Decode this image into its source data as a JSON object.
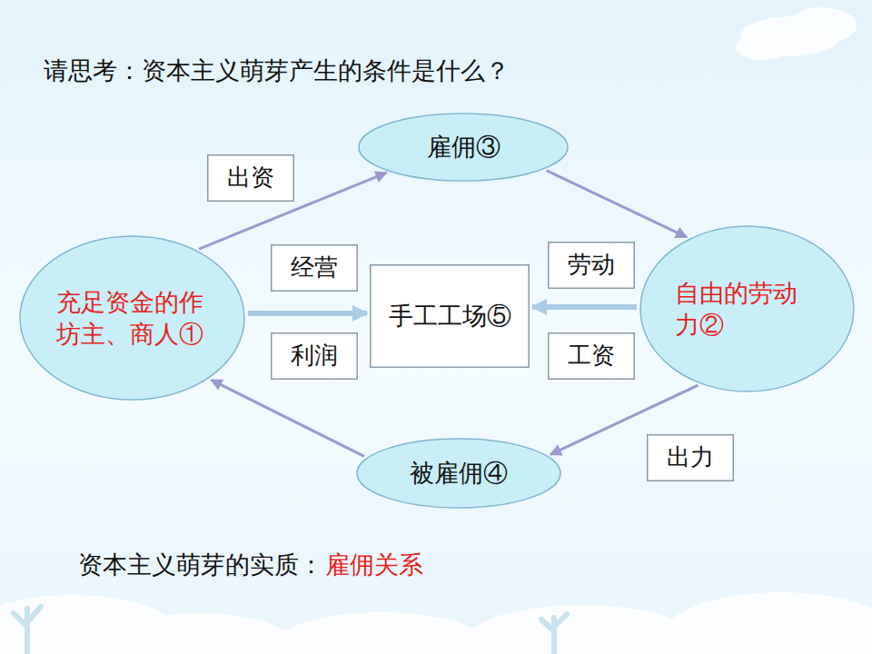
{
  "diagram": {
    "title": "请思考：资本主义萌芽产生的条件是什么？",
    "caption": "资本主义萌芽的实质：",
    "nodes": [
      {
        "text": [
          "充足资金的作坊主、商人①"
        ]
      },
      {
        "text": [
          "雇佣③"
        ]
      },
      {
        "text": [
          "自由的劳动力②"
        ]
      },
      {
        "text": [
          "被雇佣④"
        ]
      },
      {
        "text": [
          "手工工场⑤"
        ]
      },
      {
        "text": [
          "出资"
        ]
      },
      {
        "text": [
          "经营"
        ]
      },
      {
        "text": [
          "利润"
        ]
      },
      {
        "text": [
          "劳动"
        ]
      },
      {
        "text": [
          "工资"
        ]
      },
      {
        "text": [
          "出力"
        ]
      }
    ],
    "edges": [
      {
        "from": 0,
        "to": 1,
        "arrow": "to"
      },
      {
        "from": 1,
        "to": 2,
        "arrow": "to"
      },
      {
        "from": 2,
        "to": 3,
        "arrow": "to"
      },
      {
        "from": 3,
        "to": 0,
        "arrow": "to"
      },
      {
        "from": 0,
        "to": 4,
        "arrow": "to"
      },
      {
        "from": 2,
        "to": 4,
        "arrow": "to"
      }
    ],
    "labels": [
      "雇佣关系"
    ]
  }
}
